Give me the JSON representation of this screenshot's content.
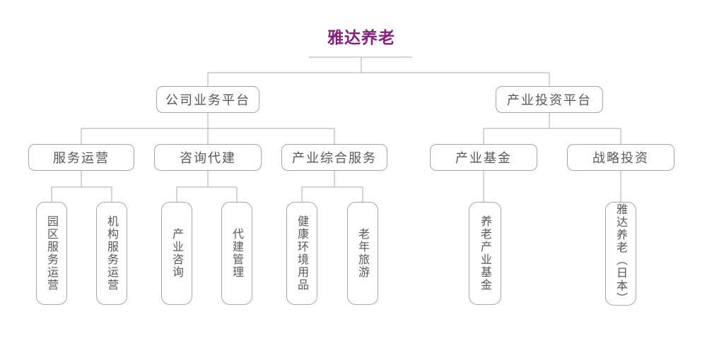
{
  "colors": {
    "title": "#84217d",
    "line": "#aaaaaa",
    "box_border": "#a6a6a6",
    "box_text": "#595757",
    "background": "#ffffff"
  },
  "org": {
    "root": {
      "label": "雅达养老"
    },
    "branches": [
      {
        "label": "公司业务平台",
        "groups": [
          {
            "label": "服务运营",
            "children": [
              {
                "label": "园区服务运营"
              },
              {
                "label": "机构服务运营"
              }
            ]
          },
          {
            "label": "咨询代建",
            "children": [
              {
                "label": "产业咨询"
              },
              {
                "label": "代建管理"
              }
            ]
          },
          {
            "label": "产业综合服务",
            "children": [
              {
                "label": "健康环境用品"
              },
              {
                "label": "老年旅游"
              }
            ]
          }
        ]
      },
      {
        "label": "产业投资平台",
        "groups": [
          {
            "label": "产业基金",
            "children": [
              {
                "label": "养老产业基金"
              }
            ]
          },
          {
            "label": "战略投资",
            "children": [
              {
                "label": "雅达养老（日本）"
              }
            ]
          }
        ]
      }
    ]
  }
}
